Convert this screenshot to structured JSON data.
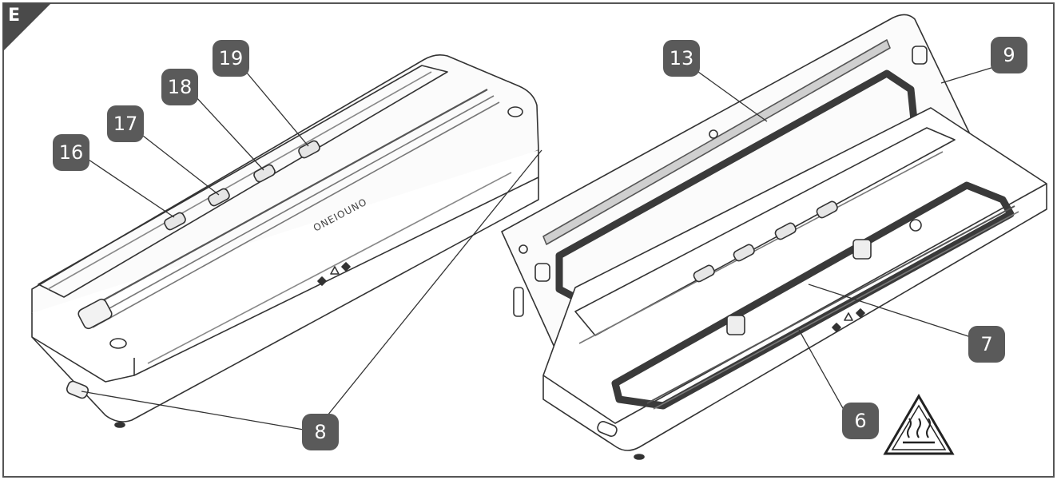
{
  "section_label": "E",
  "callouts": [
    {
      "id": "16",
      "label": "16"
    },
    {
      "id": "17",
      "label": "17"
    },
    {
      "id": "18",
      "label": "18"
    },
    {
      "id": "19",
      "label": "19"
    },
    {
      "id": "8",
      "label": "8"
    },
    {
      "id": "13",
      "label": "13"
    },
    {
      "id": "9",
      "label": "9"
    },
    {
      "id": "7",
      "label": "7"
    },
    {
      "id": "6",
      "label": "6"
    }
  ],
  "brand": "ONEIOUNO",
  "colors": {
    "callout_fill": "#5a5a5a",
    "outline": "#333333",
    "gasket": "#444444",
    "frame": "#555555"
  }
}
